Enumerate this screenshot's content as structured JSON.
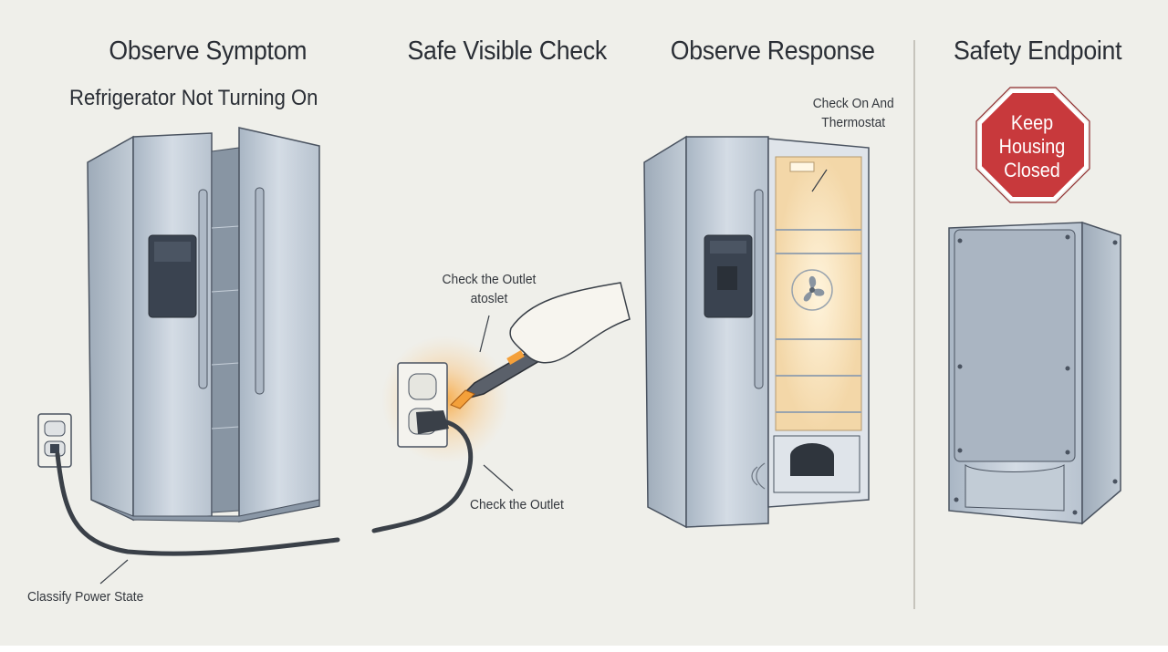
{
  "panels": [
    {
      "title": "Observe Symptom"
    },
    {
      "title": "Safe Visible Check"
    },
    {
      "title": "Observe Response"
    },
    {
      "title": "Safety Endpoint"
    }
  ],
  "symptom": {
    "subtitle": "Refrigerator Not Turning On",
    "callout": "Classify Power State"
  },
  "check": {
    "callout_top_line1": "Check the Outlet",
    "callout_top_line2": "atoslet",
    "callout_bottom": "Check the Outlet"
  },
  "response": {
    "callout_line1": "Check On And",
    "callout_line2": "Thermostat"
  },
  "endpoint": {
    "sign_line1": "Keep",
    "sign_line2": "Housing",
    "sign_line3": "Closed"
  },
  "colors": {
    "background": "#efefea",
    "stop_sign": "#c8393c",
    "appliance": "#c9d3de",
    "interior_glow": "#f8e3bd",
    "tester_glow": "#f5a23a"
  }
}
